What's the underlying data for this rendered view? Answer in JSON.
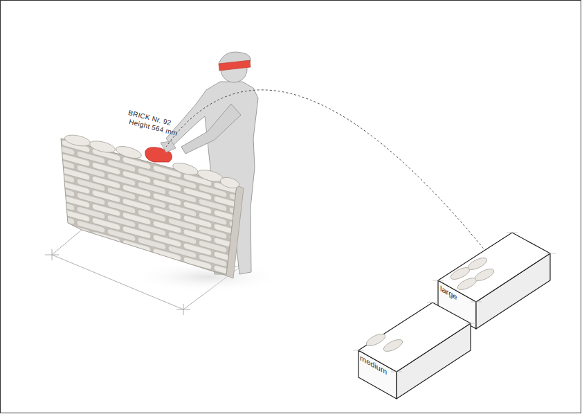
{
  "diagram": {
    "nodes": [
      {
        "text": [
          "large"
        ]
      },
      {
        "text": [
          "medium"
        ]
      }
    ],
    "labels": [
      "BRICK Nr. 92",
      "Height 564 mm"
    ]
  }
}
